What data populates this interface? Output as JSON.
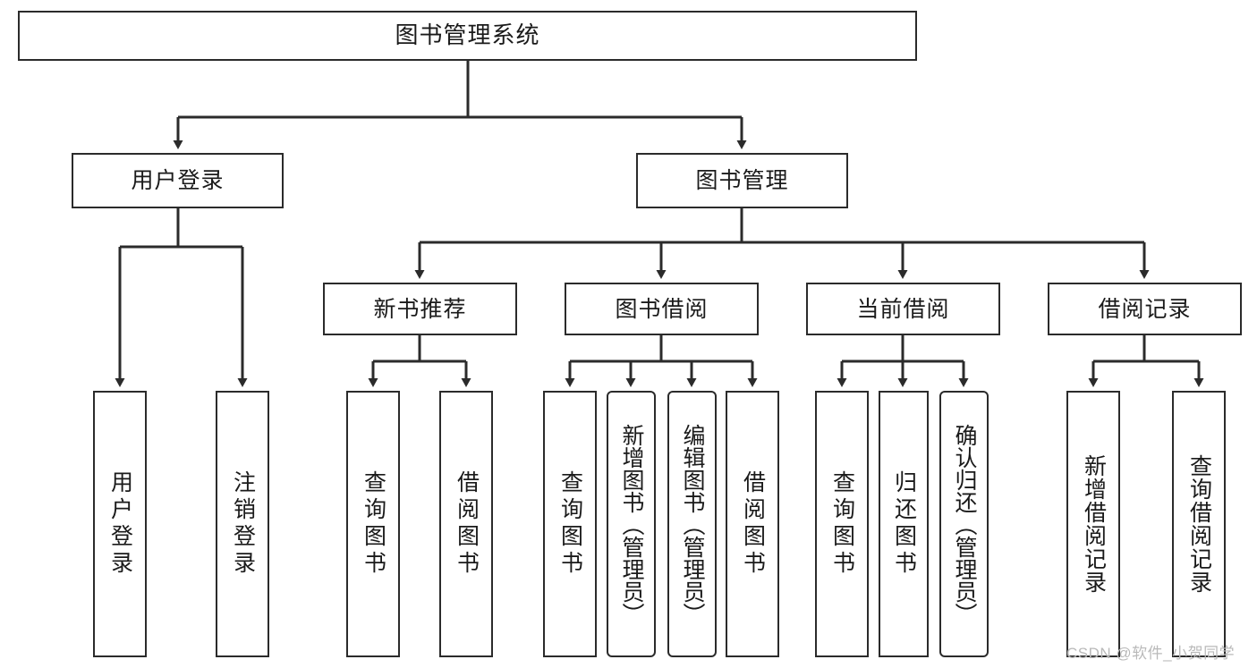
{
  "diagram": {
    "type": "tree",
    "title": "图书管理系统",
    "root": {
      "id": "root",
      "label": "图书管理系统"
    },
    "level2": [
      {
        "id": "user-login",
        "label": "用户登录"
      },
      {
        "id": "book-manage",
        "label": "图书管理"
      }
    ],
    "level3": [
      {
        "id": "new-book-rec",
        "label": "新书推荐",
        "parent": "book-manage"
      },
      {
        "id": "book-borrow",
        "label": "图书借阅",
        "parent": "book-manage"
      },
      {
        "id": "current-borrow",
        "label": "当前借阅",
        "parent": "book-manage"
      },
      {
        "id": "borrow-record",
        "label": "借阅记录",
        "parent": "book-manage"
      }
    ],
    "leaves": [
      {
        "id": "leaf-user-login",
        "label": "用户登录",
        "parent": "user-login",
        "rounded": false
      },
      {
        "id": "leaf-user-logout",
        "label": "注销登录",
        "parent": "user-login",
        "rounded": false
      },
      {
        "id": "leaf-query-book-1",
        "label": "查询图书",
        "parent": "new-book-rec",
        "rounded": false
      },
      {
        "id": "leaf-borrow-book-1",
        "label": "借阅图书",
        "parent": "new-book-rec",
        "rounded": false
      },
      {
        "id": "leaf-query-book-2",
        "label": "查询图书",
        "parent": "book-borrow",
        "rounded": false
      },
      {
        "id": "leaf-add-book",
        "label": "新增图书（管理员）",
        "parent": "book-borrow",
        "rounded": true
      },
      {
        "id": "leaf-edit-book",
        "label": "编辑图书（管理员）",
        "parent": "book-borrow",
        "rounded": true
      },
      {
        "id": "leaf-borrow-book-2",
        "label": "借阅图书",
        "parent": "book-borrow",
        "rounded": false
      },
      {
        "id": "leaf-query-book-3",
        "label": "查询图书",
        "parent": "current-borrow",
        "rounded": false
      },
      {
        "id": "leaf-return-book",
        "label": "归还图书",
        "parent": "current-borrow",
        "rounded": false
      },
      {
        "id": "leaf-confirm-return",
        "label": "确认归还（管理员）",
        "parent": "current-borrow",
        "rounded": true
      },
      {
        "id": "leaf-add-record",
        "label": "新增借阅记录",
        "parent": "borrow-record",
        "rounded": false
      },
      {
        "id": "leaf-query-record",
        "label": "查询借阅记录",
        "parent": "borrow-record",
        "rounded": false
      }
    ],
    "colors": {
      "stroke": "#2b2b2b",
      "fill": "#ffffff",
      "text": "#1a1a1a",
      "watermark": "#b9b9b9"
    }
  },
  "watermark": {
    "text": "CSDN @软件_小贺同学"
  }
}
